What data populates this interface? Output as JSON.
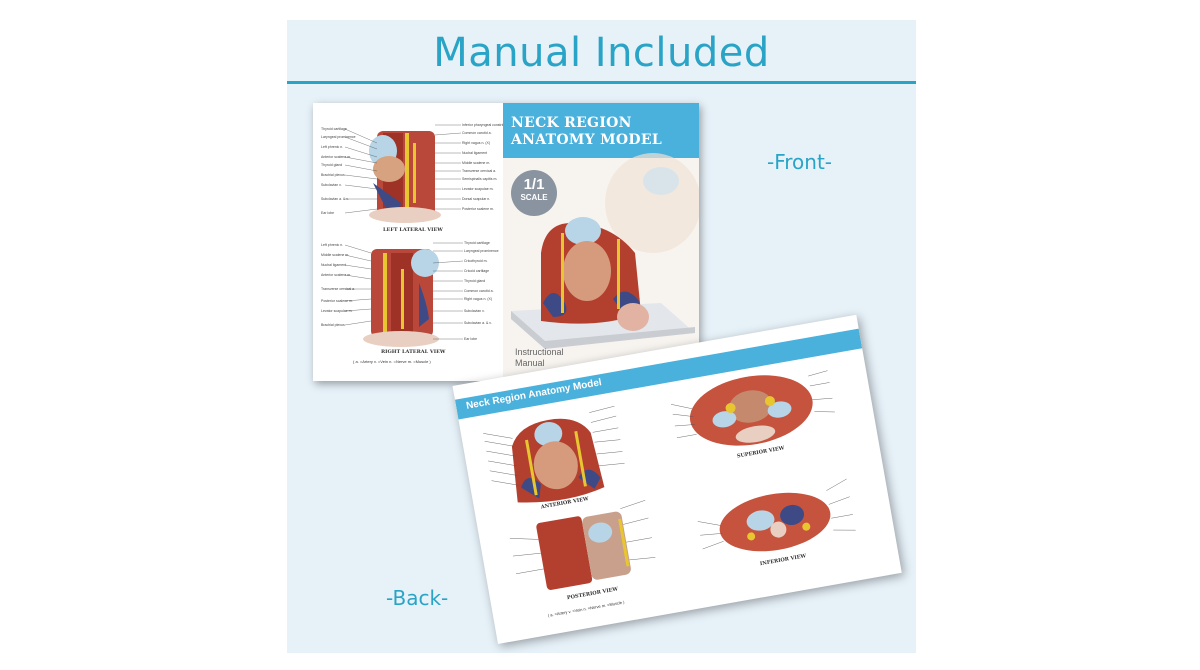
{
  "headline": "Manual Included",
  "labels": {
    "front": "-Front-",
    "back": "-Back-"
  },
  "front_page": {
    "cover_title_line1": "NECK REGION",
    "cover_title_line2": "ANATOMY MODEL",
    "scale_big": "1/1",
    "scale_small": "SCALE",
    "manual_caption_line1": "Instructional",
    "manual_caption_line2": "Manual",
    "left_view_caption": "LEFT LATERAL VIEW",
    "right_view_caption": "RIGHT LATERAL VIEW",
    "legend": "( a. =Artery   v. =Vein   n. =Nerve   m. =Muscle )",
    "left_view_labels_left": [
      "Thyroid cartilage",
      "Laryngeal prominence",
      "Left phrenic n.",
      "Anterior scalene m.",
      "Thyroid gland",
      "Brachial plexus",
      "Subclavian v.",
      "Subclavian a. & v.",
      "Ear lobe"
    ],
    "left_view_labels_right": [
      "Inferior pharyngeal constrictor m.",
      "Common carotid a.",
      "Right vagus n. (X)",
      "Nuchal ligament",
      "Middle scalene m.",
      "Transverse cervical a.",
      "Semispinalis capitis m.",
      "Levator scapulae m.",
      "Dorsal scapular n.",
      "Posterior scalene m."
    ],
    "right_view_labels_left": [
      "Left phrenic n.",
      "Middle scalene m.",
      "Nuchal ligament",
      "Anterior scalene m.",
      "Transverse cervical a.",
      "Posterior scalene m.",
      "Levator scapulae m.",
      "Brachial plexus"
    ],
    "right_view_labels_right": [
      "Thyroid cartilage",
      "Laryngeal prominence",
      "Cricothyroid m.",
      "Cricoid cartilage",
      "Thyroid gland",
      "Common carotid a.",
      "Right vagus n. (X)",
      "Subclavian v.",
      "Subclavian a. & v.",
      "Ear lobe"
    ]
  },
  "back_page": {
    "title": "Neck Region Anatomy Model",
    "anterior_caption": "ANTERIOR VIEW",
    "superior_caption": "SUPERIOR VIEW",
    "posterior_caption": "POSTERIOR VIEW",
    "inferior_caption": "INFERIOR VIEW",
    "legend": "( a. =Artery   v. =Vein   n. =Nerve   m. =Muscle )"
  }
}
